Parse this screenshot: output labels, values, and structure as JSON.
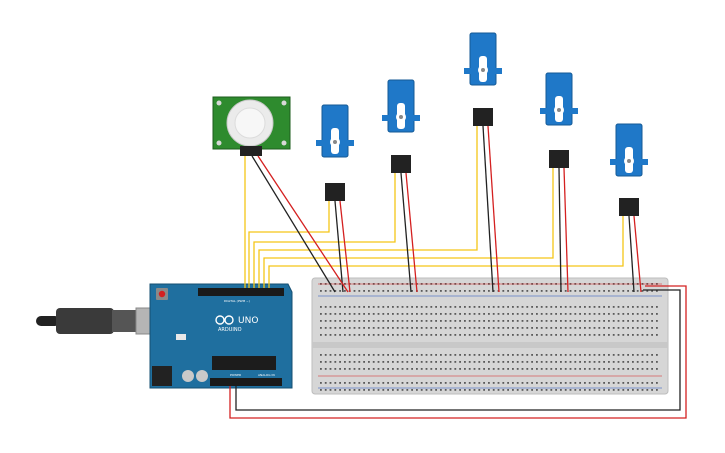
{
  "board": {
    "brand": "ARDUINO",
    "model": "UNO",
    "digital_label": "DIGITAL (PWM ~)",
    "power_label": "POWER",
    "analog_label": "ANALOG IN"
  },
  "colors": {
    "signal": "#f5c518",
    "power": "#d42020",
    "ground": "#222222",
    "board": "#1f6f9f",
    "servo": "#1f78c8",
    "pir_board": "#2e8b2e",
    "breadboard": "#d8d8d8"
  }
}
